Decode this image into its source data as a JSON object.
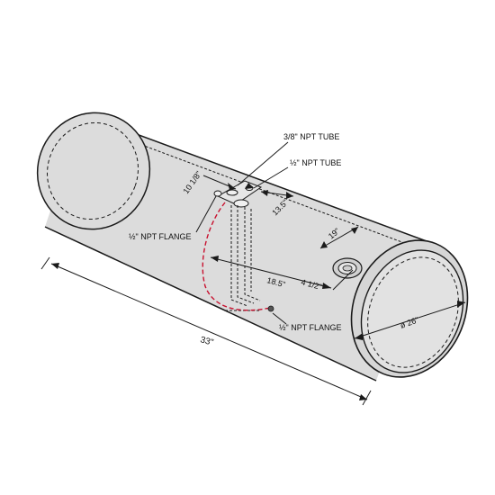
{
  "labels": {
    "tube_38": "3/8\" NPT TUBE",
    "tube_12": "½\" NPT TUBE",
    "flange_top": "½\" NPT FLANGE",
    "flange_bottom": "½\" NPT FLANGE",
    "dim_10_1_8": "10 1/8\"",
    "dim_13_5": "13.5\"",
    "dim_19": "19\"",
    "dim_18_5": "18.5\"",
    "dim_4_1_2": "4 1/2\"",
    "dim_diameter": "ø 26\"",
    "dim_length": "33\""
  },
  "colors": {
    "tank_fill": "#dcdcdc",
    "outline": "#1a1a1a",
    "dashed_red": "#c8102e"
  }
}
